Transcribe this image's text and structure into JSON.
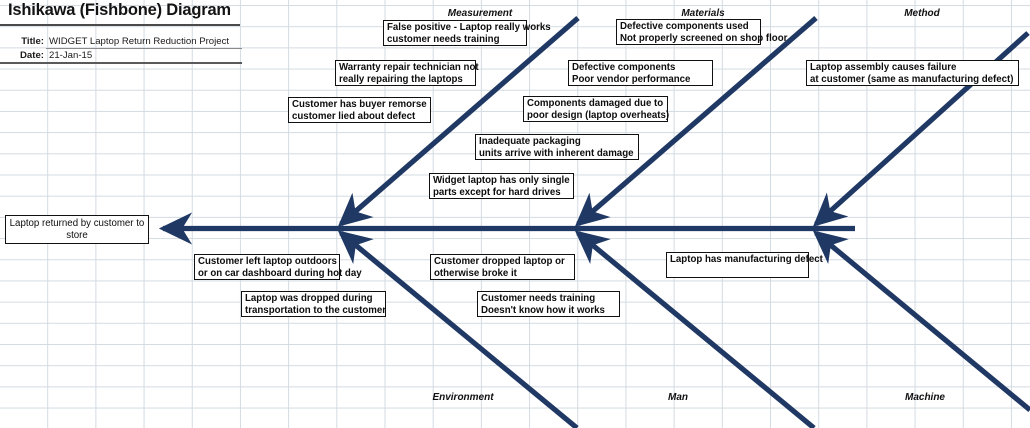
{
  "header": {
    "page_title": "Ishikawa (Fishbone) Diagram",
    "title_label": "Title:",
    "title_value": "WIDGET Laptop Return Reduction Project",
    "date_label": "Date:",
    "date_value": "21-Jan-15"
  },
  "colors": {
    "bone": "#1F3864",
    "box_border": "#111111",
    "grid": "#d3dbe2",
    "text": "#0d0d0d"
  },
  "effect": {
    "line1": "Laptop returned by customer to",
    "line2": "store"
  },
  "categories": [
    {
      "name": "measurement",
      "label": "Measurement",
      "position": "top"
    },
    {
      "name": "materials",
      "label": "Materials",
      "position": "top"
    },
    {
      "name": "method",
      "label": "Method",
      "position": "top"
    },
    {
      "name": "environment",
      "label": "Environment",
      "position": "bottom"
    },
    {
      "name": "man",
      "label": "Man",
      "position": "bottom"
    },
    {
      "name": "machine",
      "label": "Machine",
      "position": "bottom"
    }
  ],
  "causes": [
    {
      "name": "false-positive",
      "category": "measurement",
      "line1": "False positive - Laptop really works",
      "line2": "customer needs training"
    },
    {
      "name": "warranty-repair",
      "category": "measurement",
      "line1": "Warranty repair technician not",
      "line2": "really repairing the laptops"
    },
    {
      "name": "buyer-remorse",
      "category": "measurement",
      "line1": "Customer has buyer remorse",
      "line2": "customer lied about defect"
    },
    {
      "name": "defective-components-used",
      "category": "materials",
      "line1": "Defective components used",
      "line2": "Not properly screened on shop floor"
    },
    {
      "name": "defective-components-vendor",
      "category": "materials",
      "line1": "Defective components",
      "line2": "Poor vendor performance"
    },
    {
      "name": "components-damaged",
      "category": "materials",
      "line1": "Components damaged due to",
      "line2": "poor design (laptop overheats)"
    },
    {
      "name": "inadequate-packaging",
      "category": "materials",
      "line1": "Inadequate packaging",
      "line2": "units arrive with inherent damage"
    },
    {
      "name": "single-parts",
      "category": "materials",
      "line1": "Widget laptop has only single",
      "line2": "parts except for hard drives"
    },
    {
      "name": "laptop-assembly-failure",
      "category": "method",
      "line1": "Laptop assembly causes failure",
      "line2": "at customer (same as manufacturing defect)"
    },
    {
      "name": "laptop-outdoors",
      "category": "environment",
      "line1": "Customer left laptop outdoors",
      "line2": "or on car dashboard during hot day"
    },
    {
      "name": "dropped-transportation",
      "category": "environment",
      "line1": "Laptop was dropped during",
      "line2": "transportation to the customer"
    },
    {
      "name": "customer-dropped",
      "category": "man",
      "line1": "Customer dropped laptop or",
      "line2": "otherwise broke it"
    },
    {
      "name": "customer-needs-training",
      "category": "man",
      "line1": "Customer needs training",
      "line2": "Doesn't know how it works"
    },
    {
      "name": "manufacturing-defect",
      "category": "machine",
      "line1": "Laptop has manufacturing defect",
      "line2": ""
    }
  ]
}
